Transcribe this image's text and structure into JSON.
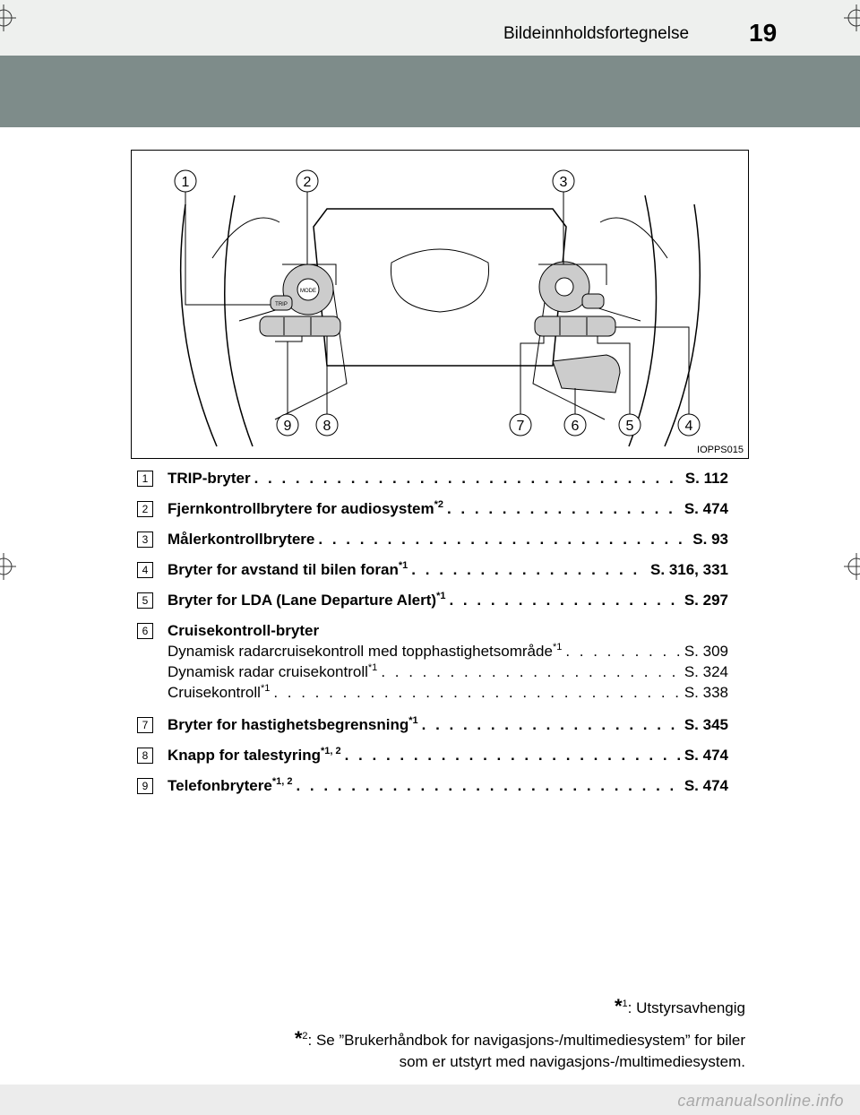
{
  "header": {
    "title": "Bildeinnholdsfortegnelse",
    "page_number": "19"
  },
  "figure": {
    "code": "IOPPS015",
    "callouts_top": [
      "1",
      "2",
      "3"
    ],
    "callouts_bottom": [
      "9",
      "8",
      "7",
      "6",
      "5",
      "4"
    ],
    "button_labels": {
      "trip": "TRIP",
      "mode": "MODE"
    }
  },
  "entries": [
    {
      "num": "1",
      "label": "TRIP-bryter",
      "sup": "",
      "page": "S. 112"
    },
    {
      "num": "2",
      "label": "Fjernkontrollbrytere for audiosystem",
      "sup": "*2",
      "page": "S. 474"
    },
    {
      "num": "3",
      "label": "Målerkontrollbrytere",
      "sup": "",
      "page": "S. 93"
    },
    {
      "num": "4",
      "label": "Bryter for avstand til bilen foran",
      "sup": "*1",
      "page": "S. 316, 331"
    },
    {
      "num": "5",
      "label": "Bryter for LDA (Lane Departure Alert)",
      "sup": "*1",
      "page": "S. 297"
    },
    {
      "num": "6",
      "label": "Cruisekontroll-bryter",
      "sub": [
        {
          "label": "Dynamisk radarcruisekontroll med topphastighetsområde",
          "sup": "*1",
          "page": "S. 309"
        },
        {
          "label": "Dynamisk radar cruisekontroll",
          "sup": "*1",
          "page": "S. 324"
        },
        {
          "label": "Cruisekontroll",
          "sup": "*1",
          "page": "S. 338"
        }
      ]
    },
    {
      "num": "7",
      "label": "Bryter for hastighetsbegrensning",
      "sup": "*1",
      "page": "S. 345"
    },
    {
      "num": "8",
      "label": "Knapp for talestyring",
      "sup": "*1, 2",
      "page": "S. 474"
    },
    {
      "num": "9",
      "label": "Telefonbrytere",
      "sup": "*1, 2",
      "page": "S. 474"
    }
  ],
  "footnotes": {
    "f1": {
      "mark": "*",
      "sup": "1",
      "text": ": Utstyrsavhengig"
    },
    "f2": {
      "mark": "*",
      "sup": "2",
      "text": ": Se ”Brukerhåndbok for navigasjons-/multimediesystem” for biler",
      "text2": "som er utstyrt med navigasjons-/multimediesystem."
    }
  },
  "watermark": "carmanualsonline.info"
}
